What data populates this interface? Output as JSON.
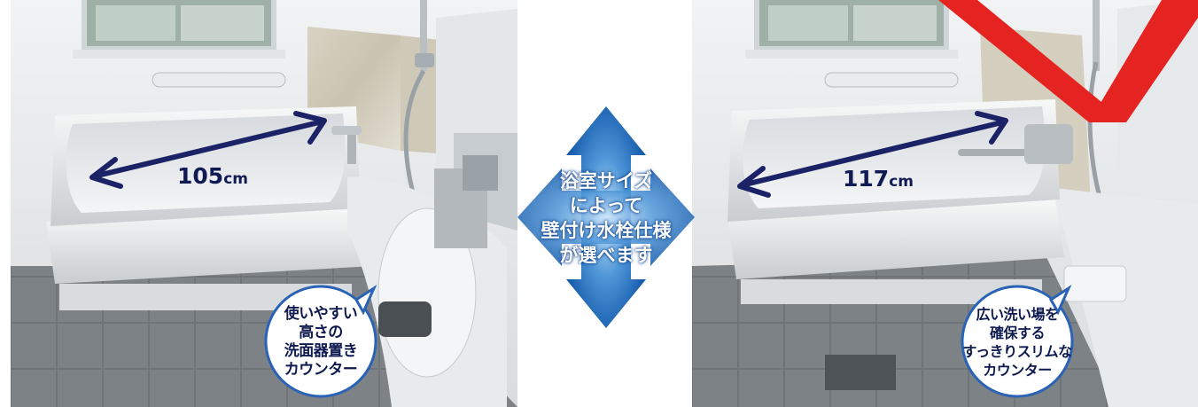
{
  "left_panel": {
    "length_label": "105",
    "length_unit": "cm",
    "callout_lines": [
      "使いやすい",
      "高さの",
      "洗面器置き",
      "カウンター"
    ]
  },
  "center_arrow": {
    "lines": [
      "浴室サイズ",
      "によって",
      "壁付け水栓仕様",
      "が選べます"
    ]
  },
  "right_panel": {
    "length_label": "117",
    "length_unit": "cm",
    "callout_lines": [
      "広い洗い場を",
      "確保する",
      "すっきりスリムな",
      "カウンター"
    ]
  },
  "colors": {
    "dimension_arrow": "#1b2266",
    "center_arrow_dark": "#0a4fa3",
    "center_arrow_light": "#cfe8fb",
    "red_stripe": "#e52421",
    "callout_border": "#2a62b6"
  }
}
